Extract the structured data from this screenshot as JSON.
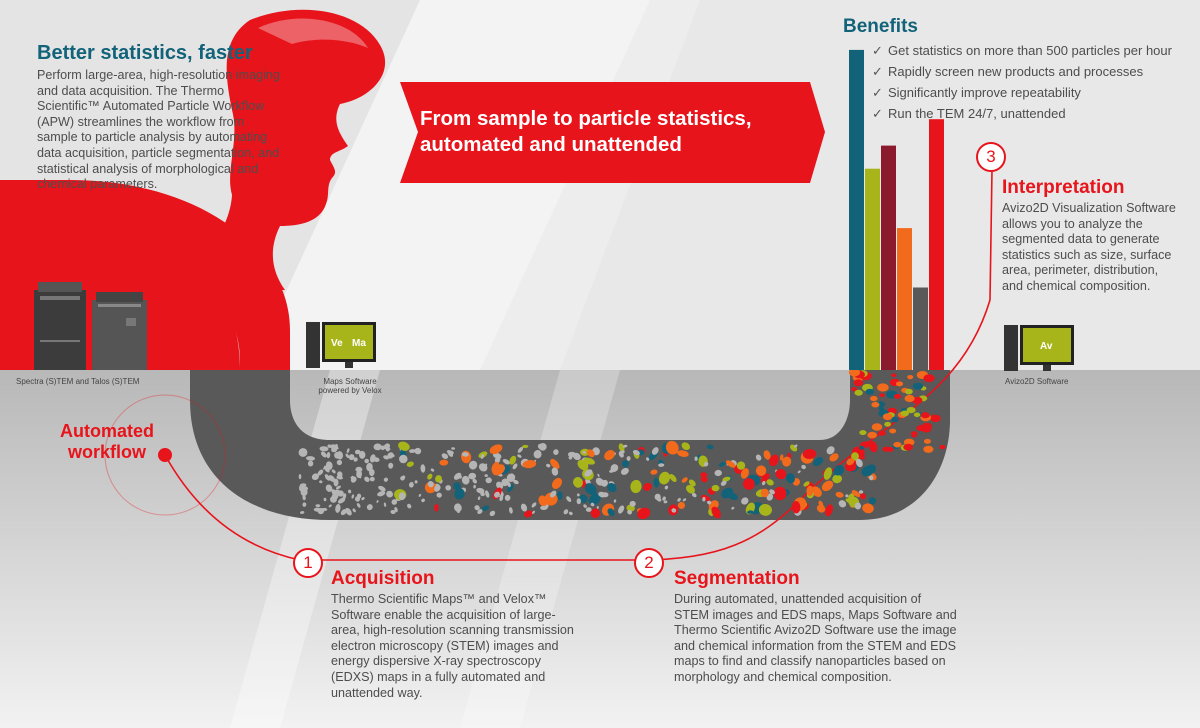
{
  "intro": {
    "title": "Better statistics, faster",
    "body": "Perform large-area, high-resolution imaging and data acquisition. The Thermo Scientific™ Automated Particle Workflow (APW) streamlines the workflow from sample to particle analysis by automating data acquisition, particle segmentation, and statistical analysis of morphological and chemical parameters."
  },
  "banner": {
    "line1": "From sample to particle statistics,",
    "line2": "automated and unattended"
  },
  "benefits": {
    "title": "Benefits",
    "check": "✓",
    "items": [
      "Get statistics on more than 500 particles per hour",
      "Rapidly screen new products and processes",
      "Significantly improve repeatability",
      "Run the TEM 24/7, unattended"
    ]
  },
  "instruments": {
    "microscope_caption": "Spectra (S)TEM and Talos (S)TEM",
    "maps_caption_1": "Maps Software",
    "maps_caption_2": "powered by Velox",
    "maps_screen_a": "Ve",
    "maps_screen_b": "Ma",
    "avizo_caption": "Avizo2D Software",
    "avizo_screen": "Av"
  },
  "workflow_label": {
    "line1": "Automated",
    "line2": "workflow"
  },
  "steps": [
    {
      "number": "1",
      "title": "Acquisition",
      "body": "Thermo Scientific Maps™ and Velox™ Software enable the acquisition of large-area, high-resolution scanning transmission electron microscopy (STEM) images and energy dispersive X-ray spectroscopy (EDXS) maps in a fully automated and unattended way."
    },
    {
      "number": "2",
      "title": "Segmentation",
      "body": "During automated, unattended acquisition of STEM images and EDS maps, Maps Software and Thermo Scientific Avizo2D Software use the image and chemical information from the STEM and EDS maps to find and classify nanoparticles based on morphology and chemical composition."
    },
    {
      "number": "3",
      "title": "Interpretation",
      "body": "Avizo2D Visualization Software allows you to analyze the segmented data to generate statistics such as size, surface area, perimeter, distribution, and chemical composition."
    }
  ],
  "colors": {
    "red": "#e8141b",
    "teal": "#12637a",
    "lime": "#a8b51a",
    "maroon": "#8b1a2e",
    "orange": "#f26a1b",
    "grey": "#595959"
  },
  "bars": [
    {
      "color": "#12637a",
      "level": 0.97
    },
    {
      "color": "#a8b51a",
      "level": 0.61
    },
    {
      "color": "#8b1a2e",
      "level": 0.68
    },
    {
      "color": "#f26a1b",
      "level": 0.43
    },
    {
      "color": "#595959",
      "level": 0.25
    },
    {
      "color": "#e8141b",
      "level": 0.76
    }
  ]
}
